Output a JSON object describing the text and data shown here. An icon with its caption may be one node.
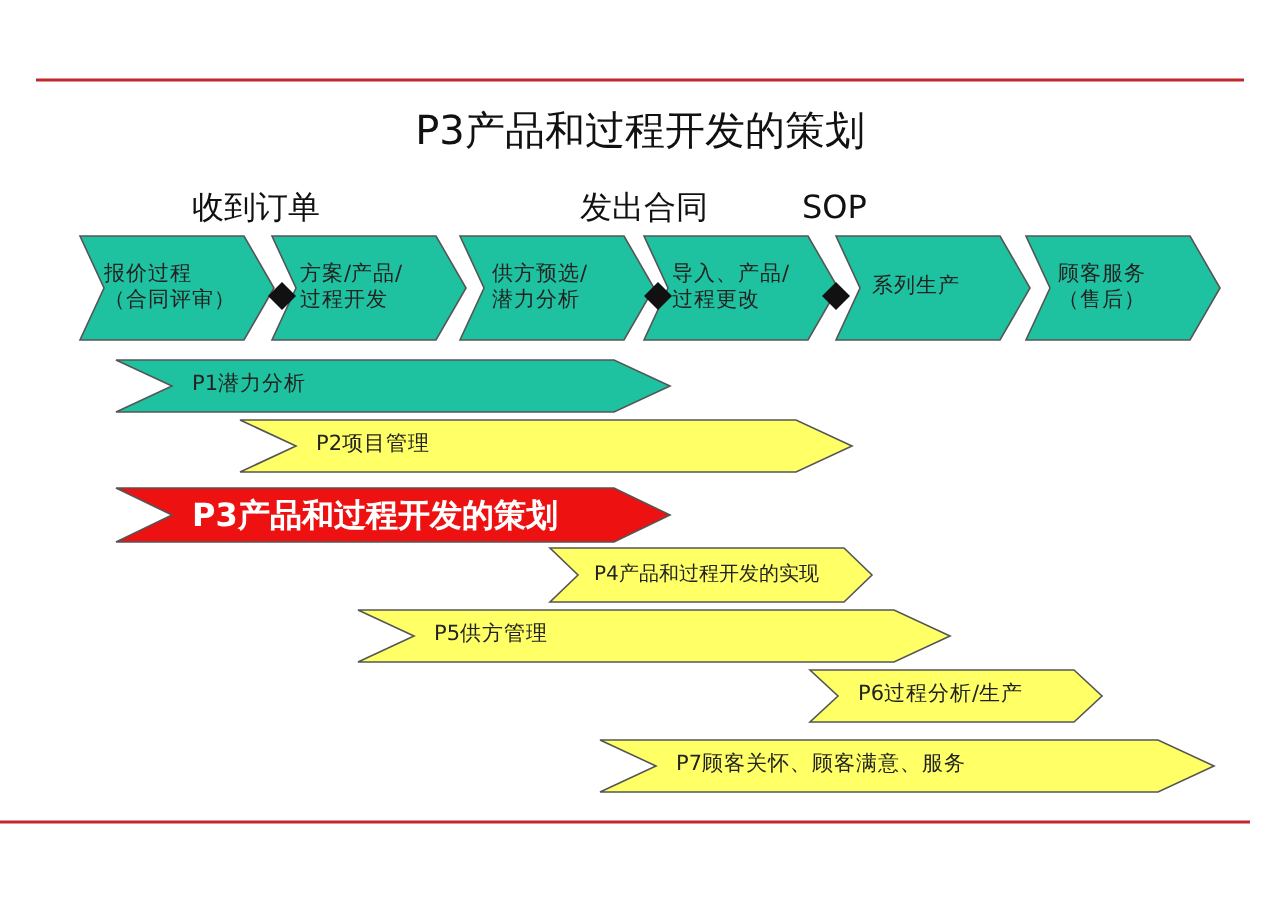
{
  "diagram": {
    "title": "P3产品和过程开发的策划",
    "nodes": [
      {
        "text": [
          "报价过程（合同评审）"
        ]
      },
      {
        "text": [
          "方案/产品/过程开发"
        ]
      },
      {
        "text": [
          "供方预选/潜力分析"
        ]
      },
      {
        "text": [
          "导入、产品/过程更改"
        ]
      },
      {
        "text": [
          "系列生产"
        ]
      },
      {
        "text": [
          "顾客服务（售后）"
        ]
      },
      {
        "text": [],
        "shape": "diamond"
      },
      {
        "text": [],
        "shape": "diamond"
      },
      {
        "text": [],
        "shape": "diamond"
      },
      {
        "text": [
          "P1潜力分析"
        ]
      },
      {
        "text": [
          "P2项目管理"
        ]
      },
      {
        "text": [
          "P3产品和过程开发的策划"
        ]
      },
      {
        "text": [
          "P4产品和过程开发的实现"
        ]
      },
      {
        "text": [
          "P5供方管理"
        ]
      },
      {
        "text": [
          "P6过程分析/生产"
        ]
      },
      {
        "text": [
          "P7顾客关怀、顾客满意、服务"
        ]
      }
    ],
    "labels": [
      "收到订单",
      "发出合同",
      "SOP"
    ]
  }
}
